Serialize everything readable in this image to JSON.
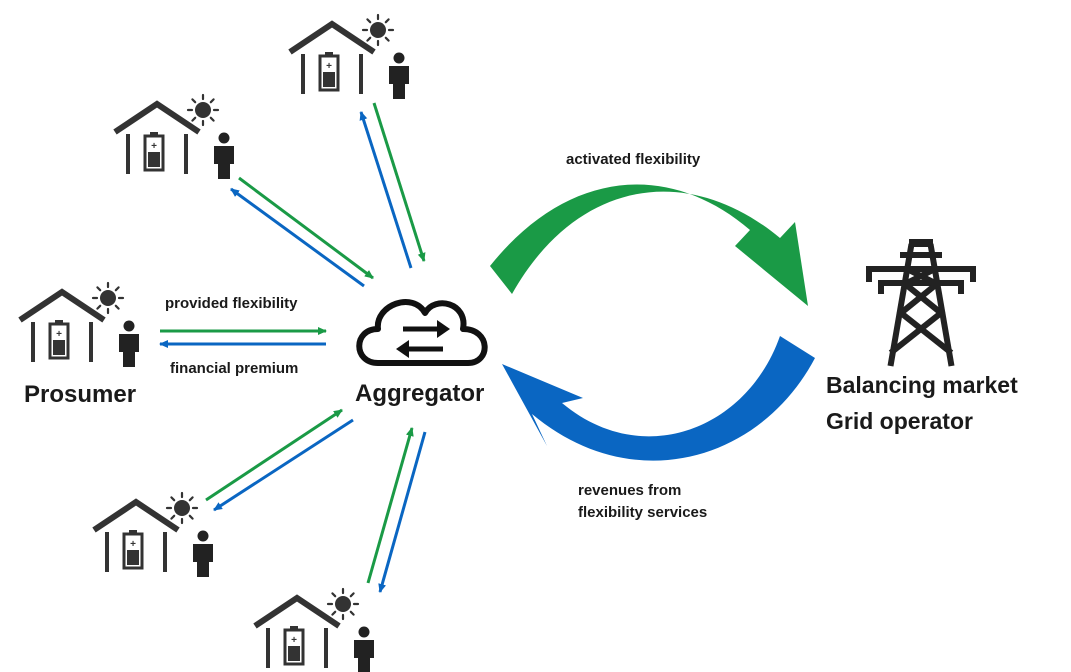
{
  "labels": {
    "provided_flexibility": "provided flexibility",
    "financial_premium": "financial premium",
    "prosumer": "Prosumer",
    "aggregator": "Aggregator",
    "activated_flexibility": "activated flexibility",
    "revenues_line1": "revenues from",
    "revenues_line2": "flexibility services",
    "balancing_market": "Balancing market",
    "grid_operator": "Grid operator"
  },
  "colors": {
    "green": "#1a9a46",
    "blue": "#0a66c2",
    "dark": "#222222",
    "sun": "#333333"
  },
  "icons": {
    "prosumer": "house-with-battery-sun-person-icon",
    "aggregator": "cloud-exchange-icon",
    "grid": "transmission-tower-icon"
  }
}
